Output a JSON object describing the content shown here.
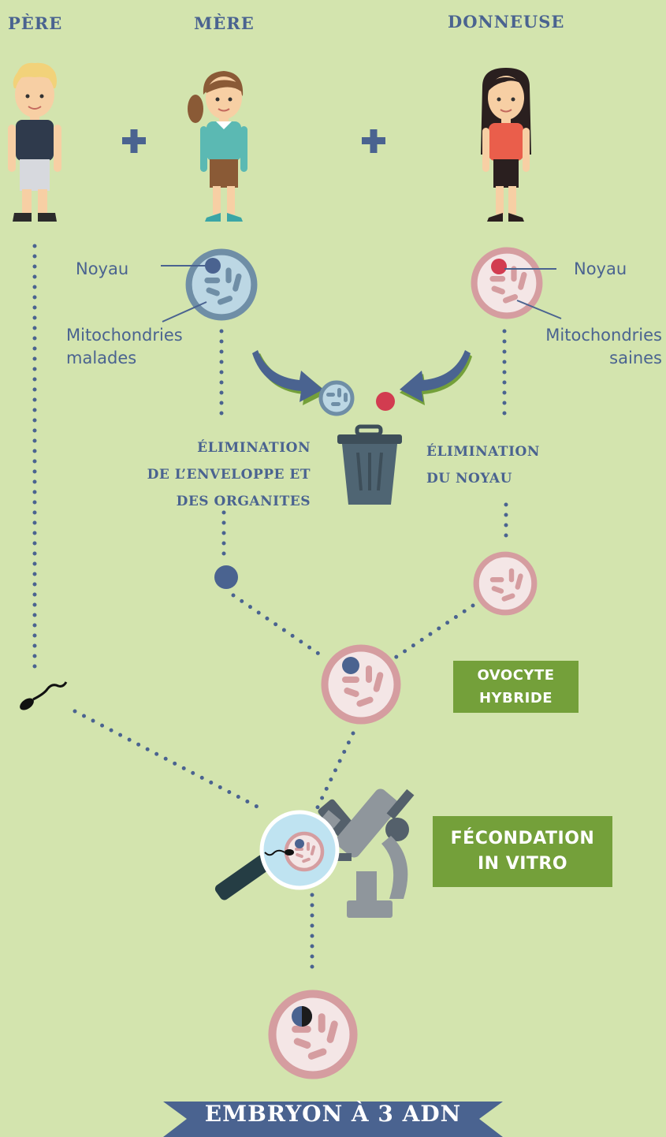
{
  "headings": {
    "father": "PÈRE",
    "mother": "MÈRE",
    "donor": "DONNEUSE"
  },
  "mother_cell": {
    "nucleus_label": "Noyau",
    "mito_label_1": "Mitochondries",
    "mito_label_2": "malades"
  },
  "donor_cell": {
    "nucleus_label": "Noyau",
    "mito_label_1": "Mitochondries",
    "mito_label_2": "saines"
  },
  "steps": {
    "elim_envelope_1": "ÉLIMINATION",
    "elim_envelope_2": "DE L’ENVELOPPE ET",
    "elim_envelope_3": "DES ORGANITES",
    "elim_nucleus_1": "ÉLIMINATION",
    "elim_nucleus_2": "DU NOYAU"
  },
  "boxes": {
    "hybrid_1": "OVOCYTE",
    "hybrid_2": "HYBRIDE",
    "ivf_1": "FÉCONDATION",
    "ivf_2": "IN VITRO"
  },
  "banner": "EMBRYON À 3 ADN",
  "icons": [
    "father-figure-icon",
    "mother-figure-icon",
    "donor-figure-icon",
    "plus-icon",
    "trash-icon",
    "sperm-icon",
    "magnifier-icon",
    "microscope-icon",
    "curved-arrow-icon"
  ],
  "colors": {
    "background": "#d3e4ae",
    "heading": "#4a6390",
    "green_box": "#74a03a",
    "diseased_cell": "#bcd7e4",
    "healthy_cell": "#f4e6e6",
    "cell_rim_pink": "#d59da0",
    "nucleus_blue": "#4a6390",
    "nucleus_red": "#d23c50"
  }
}
